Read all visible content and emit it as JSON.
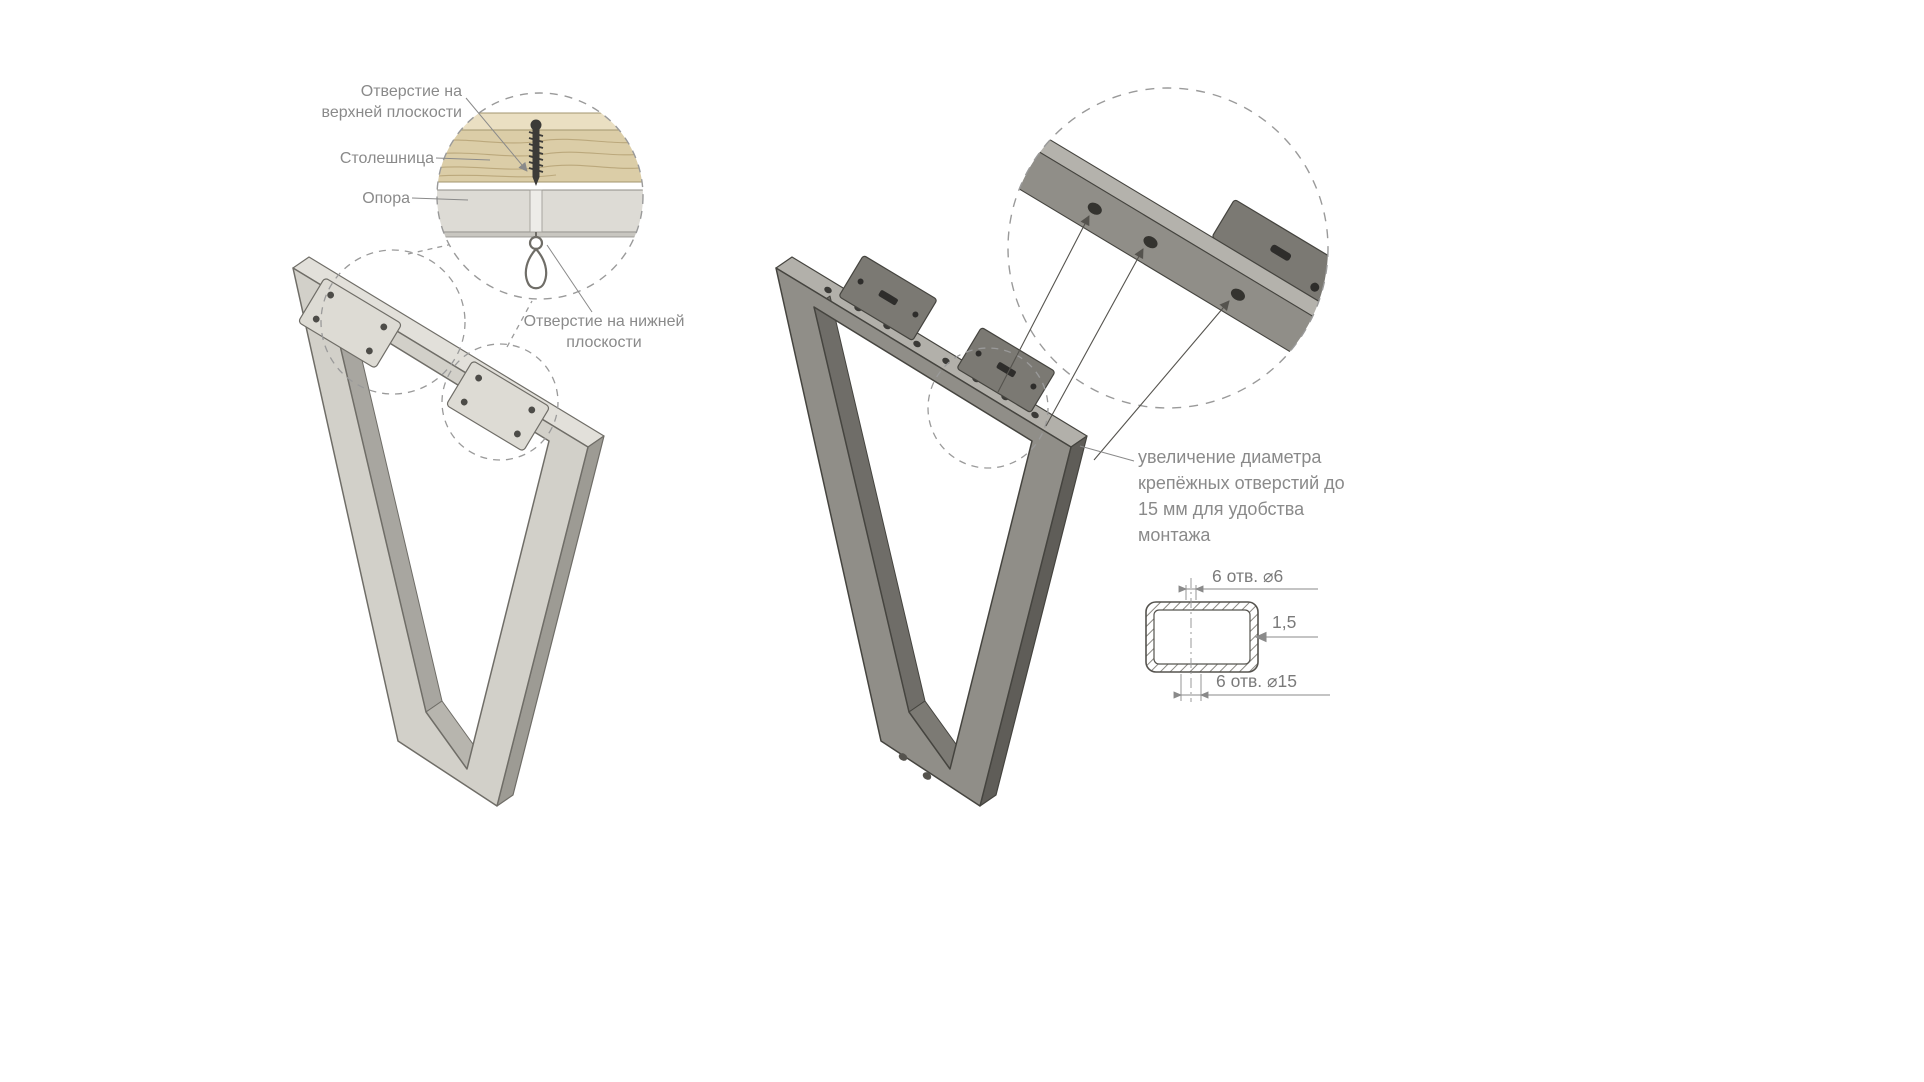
{
  "left_figure": {
    "callouts": {
      "hole_top_label": "Отверстие на верхней плоскости",
      "tabletop_label": "Столешница",
      "support_label": "Опора",
      "hole_bottom_label": "Отверстие на нижней плоскости"
    }
  },
  "right_figure": {
    "note": "увеличение диаметра крепёжных отверстий до 15 мм для удобства монтажа"
  },
  "section_view": {
    "dim_top_holes": "6 отв. ⌀6",
    "dim_wall_thickness": "1,5",
    "dim_bottom_holes": "6 отв. ⌀15"
  },
  "colors": {
    "background": "#ffffff",
    "label_text": "#8a8a8a",
    "leg_light": "#d2d0c9",
    "leg_dark": "#908e88",
    "wood": "#dbcda7",
    "dashed_line": "#9a9a9a"
  }
}
